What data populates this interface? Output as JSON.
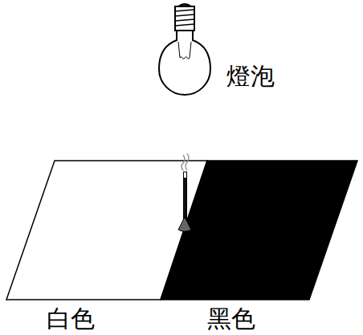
{
  "diagram": {
    "labels": [
      "燈泡",
      "白色",
      "黑色"
    ]
  }
}
